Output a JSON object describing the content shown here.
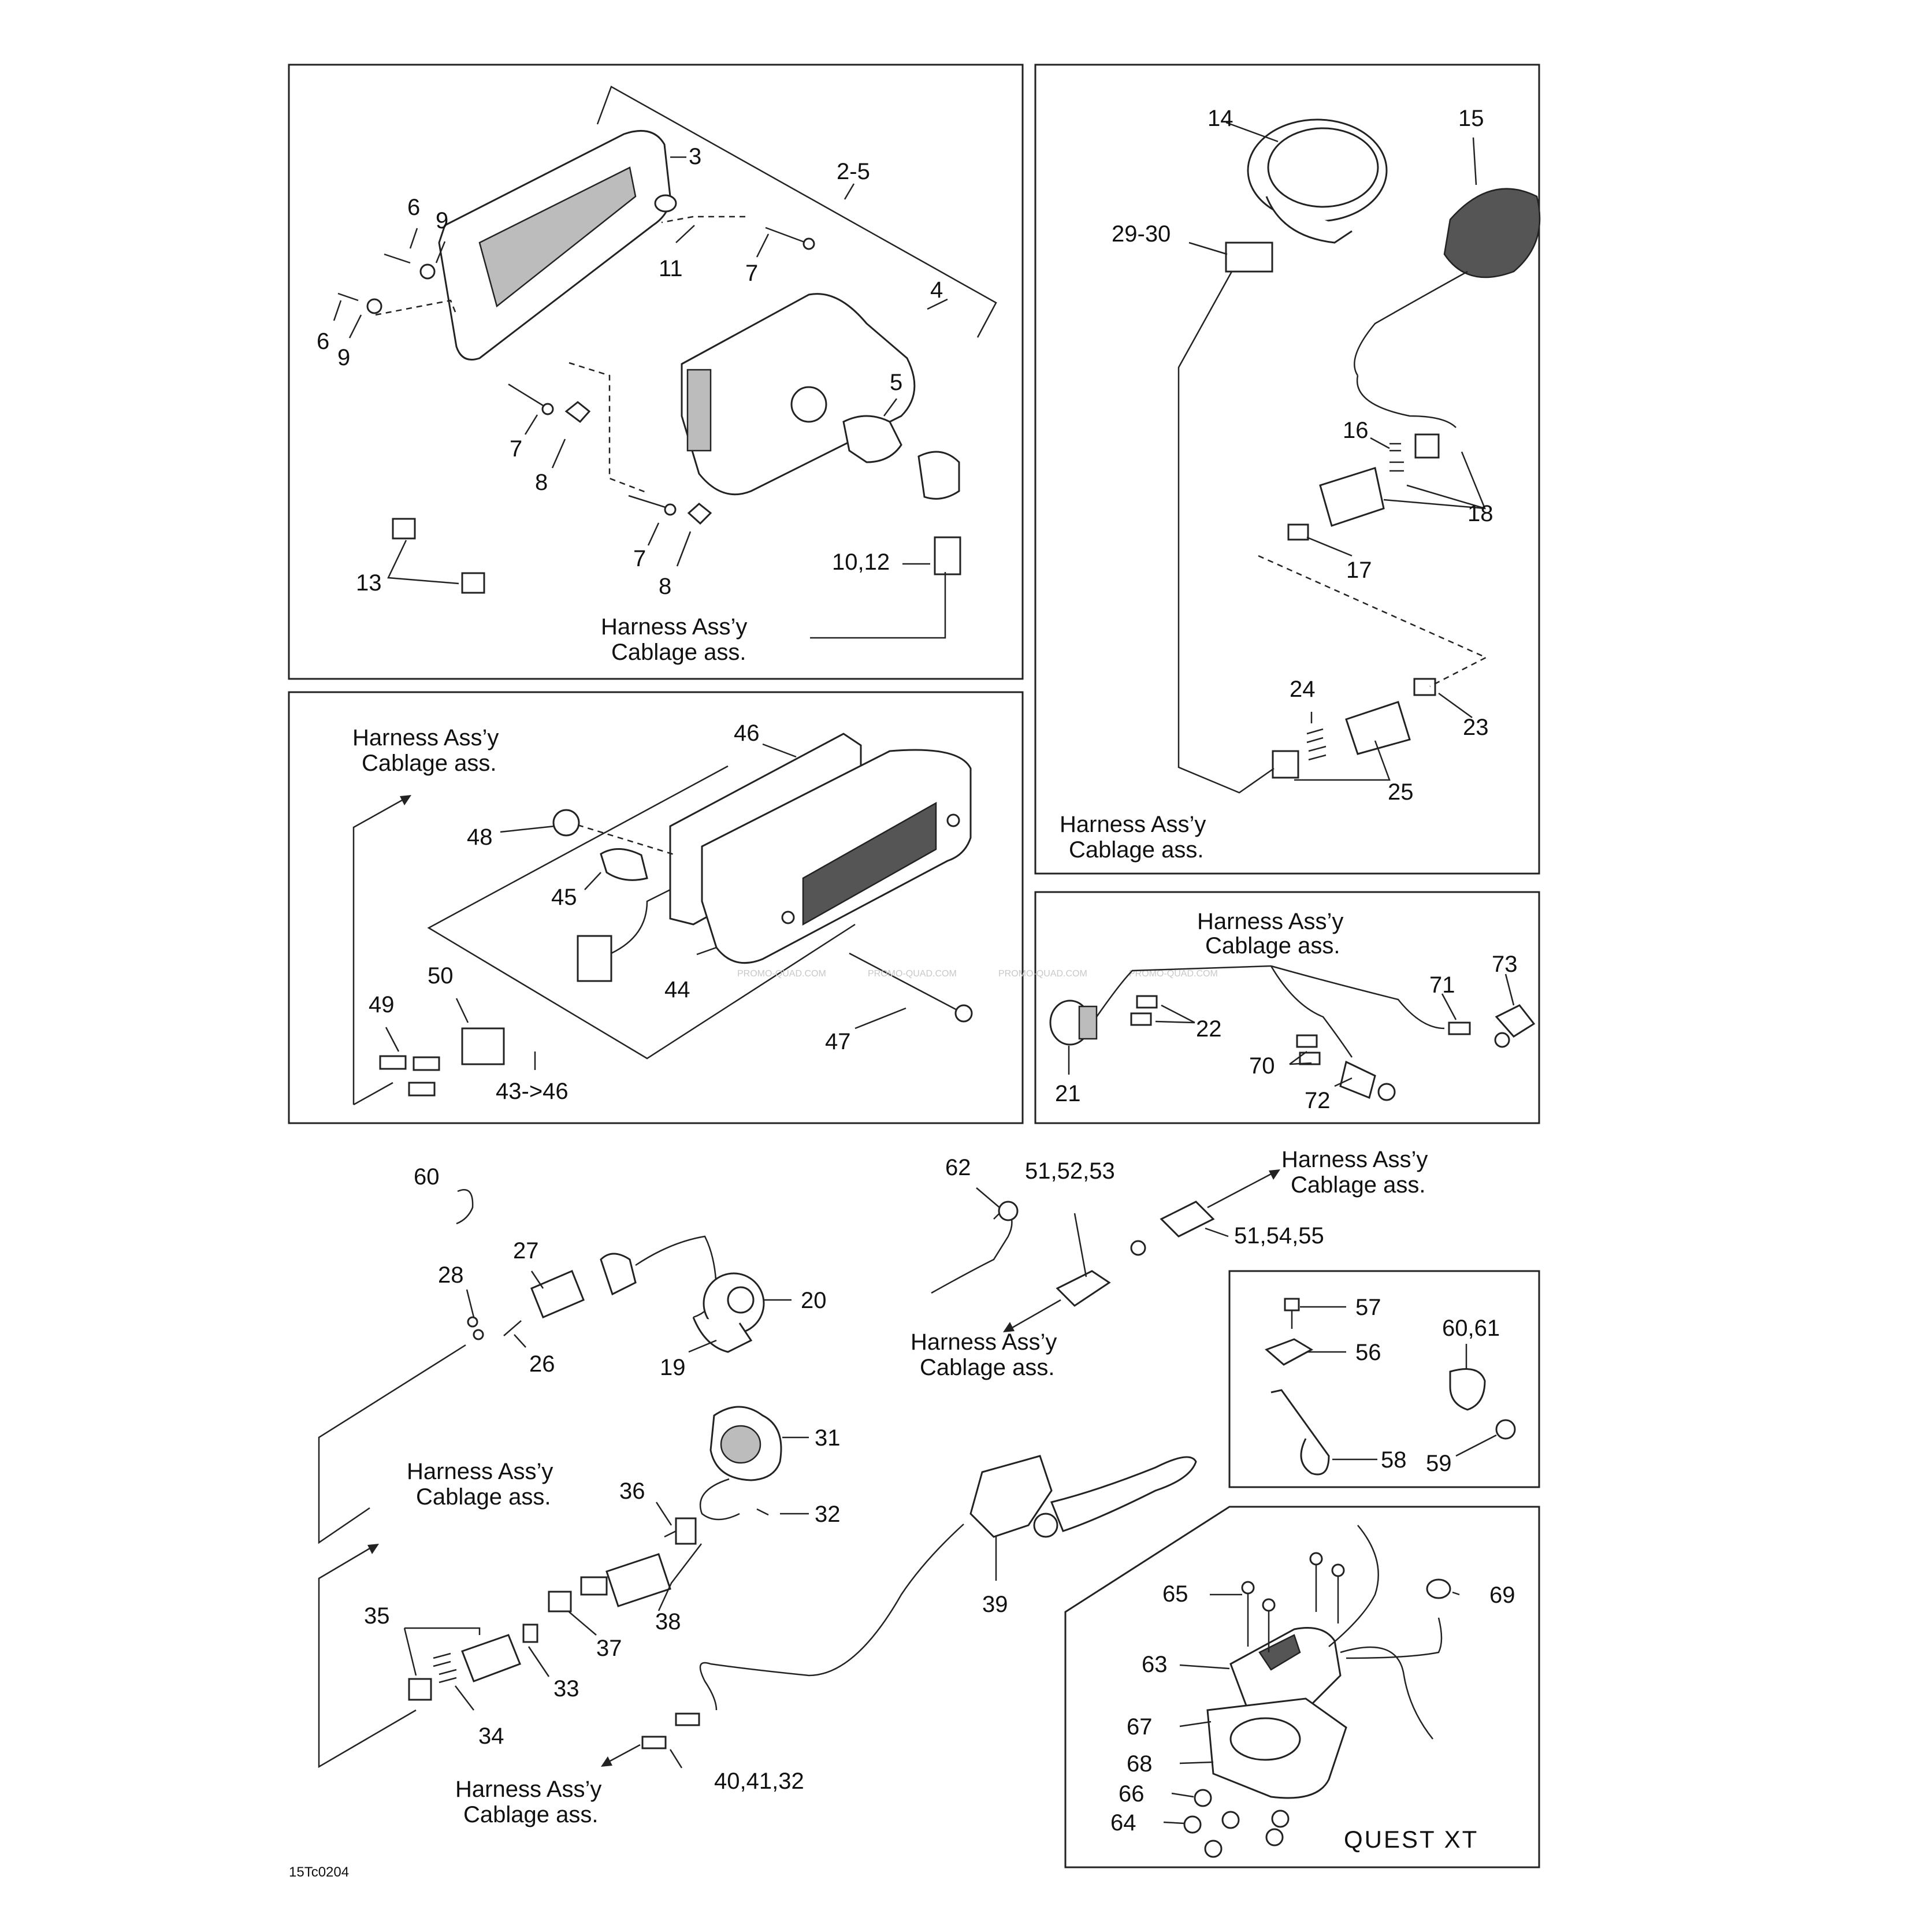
{
  "diagram": {
    "document_code": "15Tc0204",
    "model_label": "QUEST  XT",
    "harness_label_en": "Harness Ass’y",
    "harness_label_fr": "Cablage ass.",
    "watermark": "PROMO-QUAD.COM",
    "callouts": {
      "headlamp": [
        "3",
        "2-5",
        "6",
        "9",
        "11",
        "7",
        "6",
        "9",
        "4",
        "5",
        "7",
        "8",
        "7",
        "8",
        "13",
        "10,12"
      ],
      "gauges": [
        "14",
        "15",
        "29-30",
        "16",
        "18",
        "17",
        "24",
        "23",
        "25"
      ],
      "taillight": [
        "46",
        "48",
        "45",
        "44",
        "47",
        "50",
        "49",
        "43->46"
      ],
      "switches": [
        "73",
        "71",
        "22",
        "70",
        "72",
        "21"
      ],
      "ignition": [
        "60",
        "27",
        "28",
        "20",
        "26",
        "19"
      ],
      "brake_switch": [
        "62",
        "51,52,53",
        "51,54,55"
      ],
      "fasteners": [
        "57",
        "60,61",
        "56",
        "58",
        "59"
      ],
      "handlebar": [
        "31",
        "32",
        "36",
        "38",
        "37",
        "35",
        "33",
        "34",
        "39",
        "40,41,32"
      ],
      "quest_xt": [
        "65",
        "69",
        "63",
        "67",
        "68",
        "66",
        "64"
      ]
    }
  }
}
